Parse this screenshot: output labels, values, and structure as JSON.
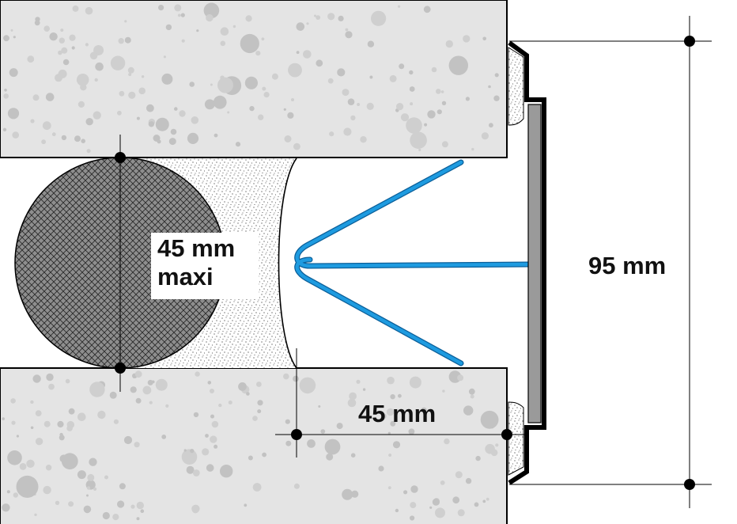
{
  "labels": {
    "rod_diameter_line1": "45 mm",
    "rod_diameter_line2": "maxi",
    "joint_depth": "45 mm",
    "profile_height": "95 mm"
  },
  "colors": {
    "concrete": "#e4e4e4",
    "concrete_speck": "#c8c8c8",
    "rod_fill": "#8c8c8c",
    "clip_wire": "#1e9be0",
    "clip_wire_edge": "#0b5f99",
    "cover_plate": "#9a9a9a",
    "outline": "#000000"
  }
}
